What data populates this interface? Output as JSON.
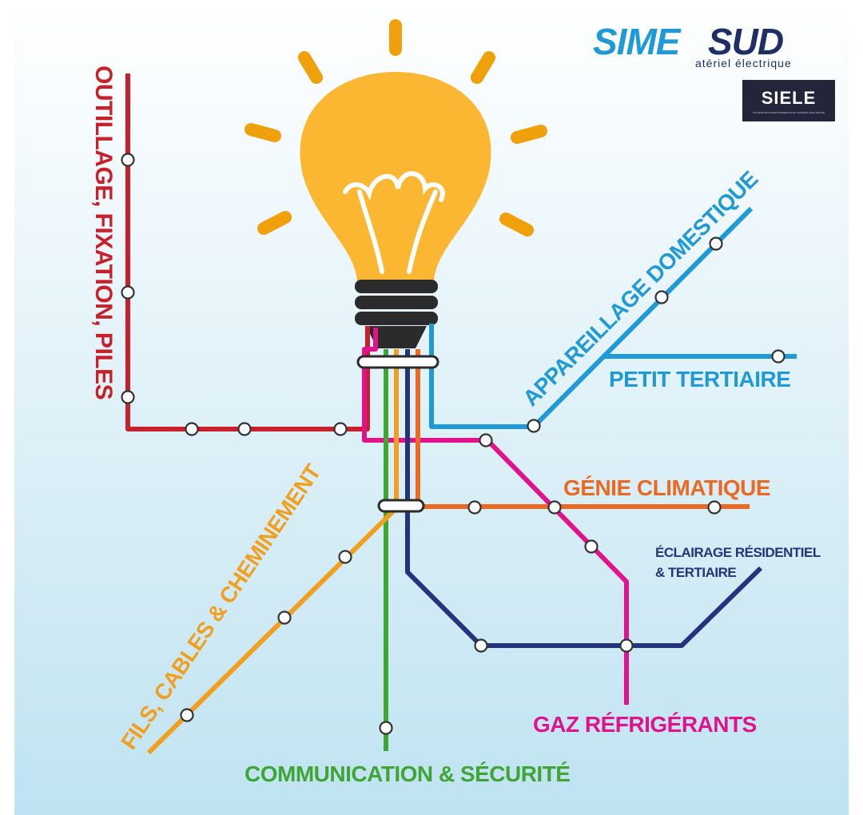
{
  "logo": {
    "part1": "SIME",
    "part2": "SUD",
    "tagline": "atériel électrique",
    "badge": "SIELE",
    "badge_sub": "SOCIÉTÉ DES INVESTISSEMENTS EN MATÉRIEL ÉLECTRIQUE"
  },
  "lines": {
    "outillage": "OUTILLAGE, FIXATION, PILES",
    "appareillage": "APPAREILLAGE DOMESTIQUE",
    "petit_tertiaire": "PETIT TERTIAIRE",
    "genie": "GÉNIE CLIMATIQUE",
    "eclairage_1": "ÉCLAIRAGE RÉSIDENTIEL",
    "eclairage_2": "& TERTIAIRE",
    "fils": "FILS, CABLES & CHEMINEMENT",
    "gaz": "GAZ RÉFRIGÉRANTS",
    "communication": "COMMUNICATION & SÉCURITÉ"
  },
  "colors": {
    "red": "#c8202a",
    "magenta": "#e0138c",
    "green": "#3fa535",
    "yellow": "#f0a01e",
    "navy": "#27327d",
    "orange": "#ea6a24",
    "blue": "#1f9ad6",
    "bulb": "#fbb731",
    "ray": "#f0a00a",
    "sime_blue": "#1f9ad6",
    "sud_navy": "#1e2f66"
  }
}
